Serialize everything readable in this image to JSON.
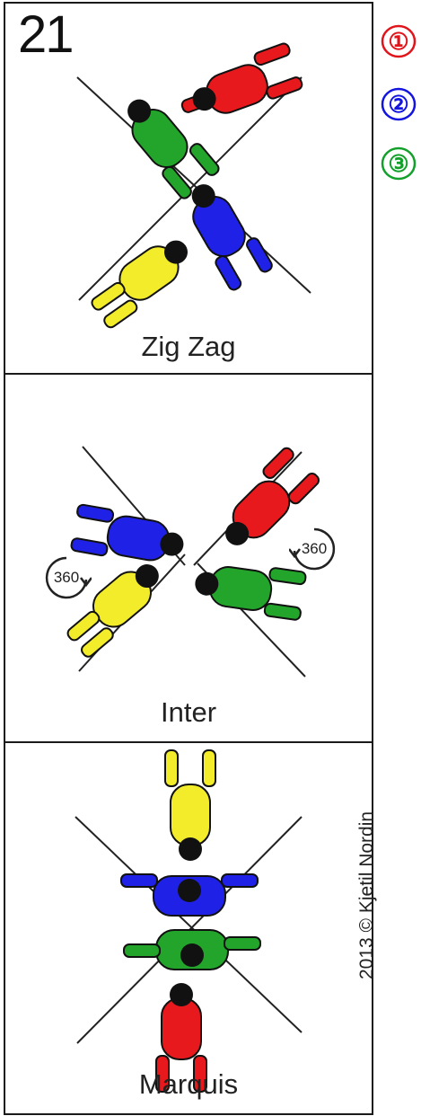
{
  "card_number": "21",
  "formations": [
    {
      "name": "Zig Zag"
    },
    {
      "name": "Inter",
      "rotation_labels": [
        "360",
        "360"
      ]
    },
    {
      "name": "Marquis"
    }
  ],
  "slots": [
    {
      "label": "①",
      "color": "#e0141a"
    },
    {
      "label": "②",
      "color": "#1414e0"
    },
    {
      "label": "③",
      "color": "#12a02a"
    }
  ],
  "credit": "2013 © Kjetil Nordin",
  "jumper_colors": {
    "red": "#e8191c",
    "blue": "#1f22e6",
    "green": "#22a52a",
    "yellow": "#f3ec2a"
  }
}
